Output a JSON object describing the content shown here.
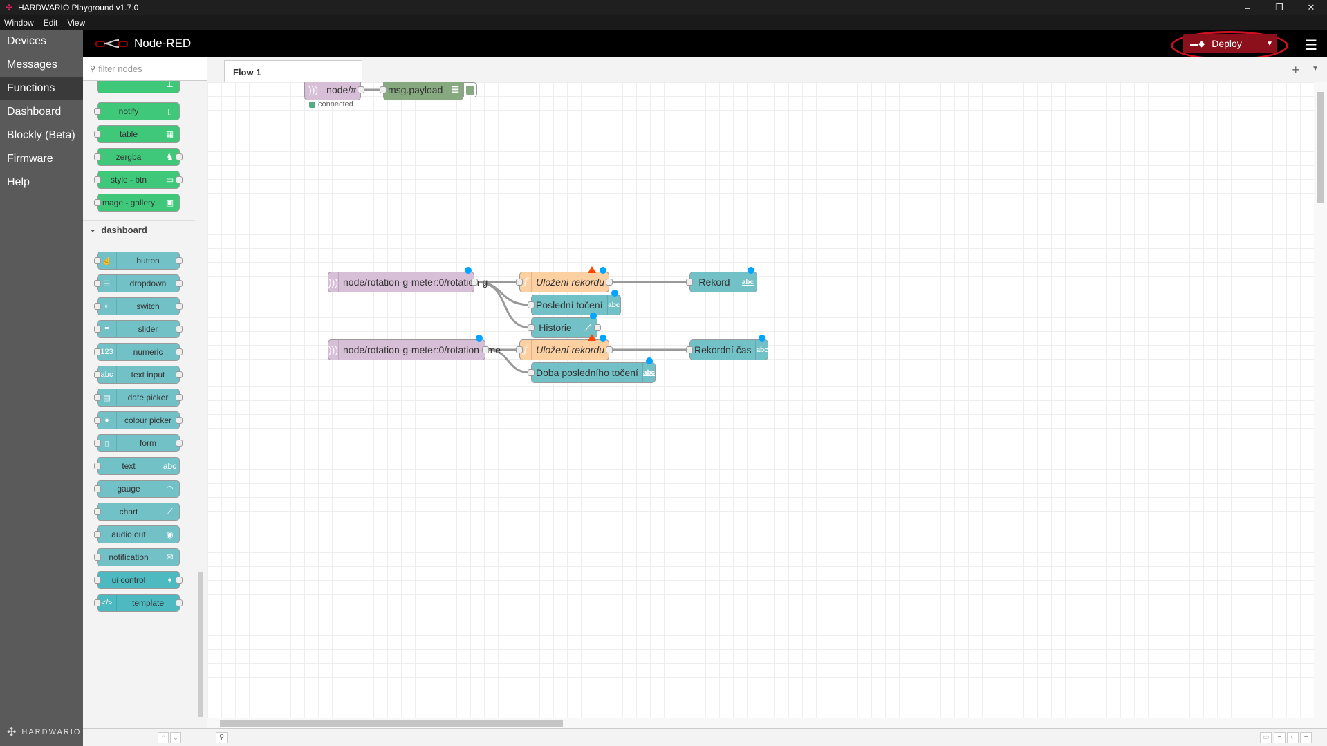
{
  "window": {
    "title": "HARDWARIO Playground v1.7.0",
    "minimize": "–",
    "maximize": "❐",
    "close": "✕"
  },
  "menubar": [
    "Window",
    "Edit",
    "View"
  ],
  "leftnav": {
    "items": [
      "Devices",
      "Messages",
      "Functions",
      "Dashboard",
      "Blockly (Beta)",
      "Firmware",
      "Help"
    ],
    "active": "Functions",
    "brand": "HARDWARIO"
  },
  "header": {
    "title": "Node-RED",
    "deploy_label": "Deploy"
  },
  "palette": {
    "search_placeholder": "filter nodes",
    "top_nodes": [
      "notify",
      "table",
      "zergba",
      "style - btn",
      "mage - gallery"
    ],
    "dashboard_header": "dashboard",
    "dashboard_nodes": [
      "button",
      "dropdown",
      "switch",
      "slider",
      "numeric",
      "text input",
      "date picker",
      "colour picker",
      "form",
      "text",
      "gauge",
      "chart",
      "audio out",
      "notification",
      "ui control",
      "template"
    ]
  },
  "tabs": {
    "flow1": "Flow 1"
  },
  "flow": {
    "mqtt_node_all": "node/#",
    "status_connected": "connected",
    "debug_payload": "msg.payload",
    "mqtt_rotation_g": "node/rotation-g-meter:0/rotation-g",
    "mqtt_rotation_time": "node/rotation-g-meter:0/rotation-time",
    "func_save_record_1": "Uložení rekordu",
    "func_save_record_2": "Uložení rekordu",
    "text_record": "Rekord",
    "text_last_spin": "Poslední točení",
    "chart_history": "Historie",
    "text_record_time": "Rekordní čas",
    "text_last_spin_duration": "Doba posledního točení",
    "abc": "abc"
  },
  "colors": {
    "deploy": "#8c101c",
    "highlight_ring": "#d01020",
    "mqtt": "#d8bfd8",
    "function": "#fdd0a2",
    "ui": "#72c1c7",
    "debug": "#87a980"
  }
}
